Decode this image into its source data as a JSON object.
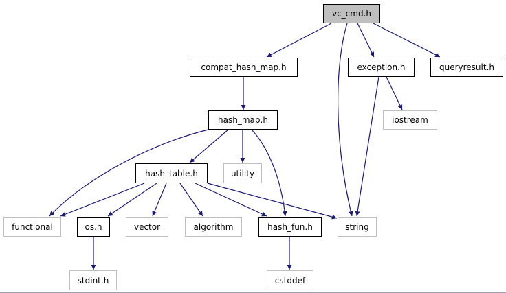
{
  "colors": {
    "edge": "#191970",
    "current_fill": "#bfbfbf",
    "external_border": "#bfbfbf",
    "documented_border": "#000000"
  },
  "nodes": {
    "vc_cmd": {
      "label": "vc_cmd.h",
      "kind": "current"
    },
    "compat_hash_map": {
      "label": "compat_hash_map.h",
      "kind": "documented"
    },
    "exception": {
      "label": "exception.h",
      "kind": "documented"
    },
    "queryresult": {
      "label": "queryresult.h",
      "kind": "documented"
    },
    "hash_map": {
      "label": "hash_map.h",
      "kind": "documented"
    },
    "iostream": {
      "label": "iostream",
      "kind": "external"
    },
    "hash_table": {
      "label": "hash_table.h",
      "kind": "documented"
    },
    "utility": {
      "label": "utility",
      "kind": "external"
    },
    "functional": {
      "label": "functional",
      "kind": "external"
    },
    "os": {
      "label": "os.h",
      "kind": "documented"
    },
    "vector": {
      "label": "vector",
      "kind": "external"
    },
    "algorithm": {
      "label": "algorithm",
      "kind": "external"
    },
    "hash_fun": {
      "label": "hash_fun.h",
      "kind": "documented"
    },
    "string": {
      "label": "string",
      "kind": "external"
    },
    "stdint": {
      "label": "stdint.h",
      "kind": "external"
    },
    "cstddef": {
      "label": "cstddef",
      "kind": "external"
    }
  },
  "edges": [
    {
      "from": "vc_cmd",
      "to": "compat_hash_map"
    },
    {
      "from": "vc_cmd",
      "to": "string"
    },
    {
      "from": "vc_cmd",
      "to": "exception"
    },
    {
      "from": "vc_cmd",
      "to": "queryresult"
    },
    {
      "from": "compat_hash_map",
      "to": "hash_map"
    },
    {
      "from": "exception",
      "to": "string"
    },
    {
      "from": "exception",
      "to": "iostream"
    },
    {
      "from": "hash_map",
      "to": "functional"
    },
    {
      "from": "hash_map",
      "to": "hash_table"
    },
    {
      "from": "hash_map",
      "to": "utility"
    },
    {
      "from": "hash_map",
      "to": "hash_fun"
    },
    {
      "from": "hash_table",
      "to": "functional"
    },
    {
      "from": "hash_table",
      "to": "os"
    },
    {
      "from": "hash_table",
      "to": "vector"
    },
    {
      "from": "hash_table",
      "to": "algorithm"
    },
    {
      "from": "hash_table",
      "to": "hash_fun"
    },
    {
      "from": "hash_table",
      "to": "string"
    },
    {
      "from": "os",
      "to": "stdint"
    },
    {
      "from": "hash_fun",
      "to": "cstddef"
    }
  ]
}
